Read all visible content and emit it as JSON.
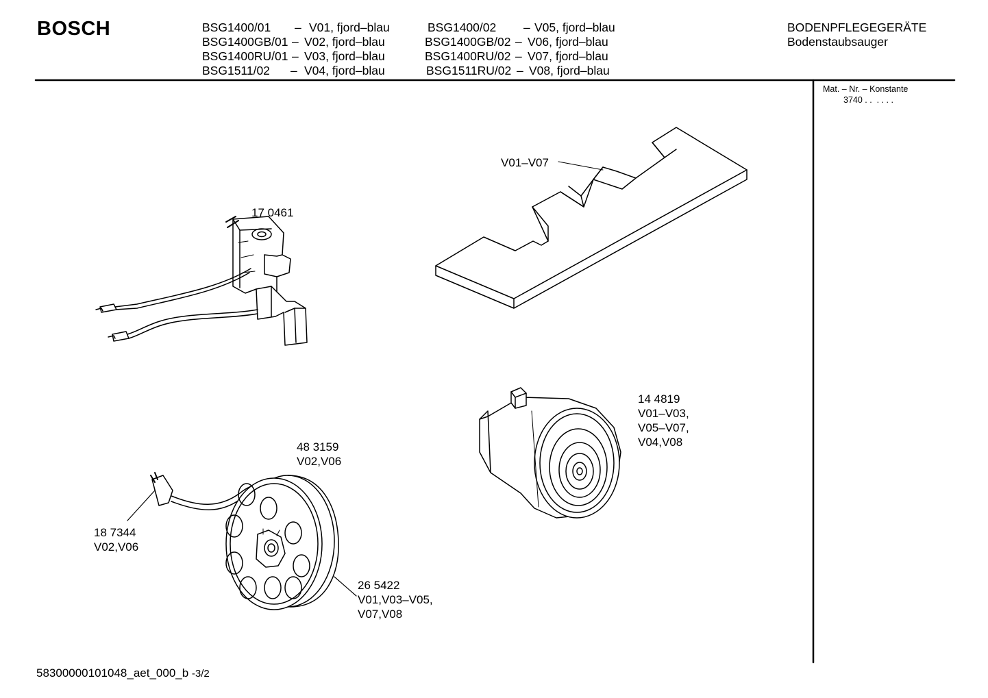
{
  "header": {
    "brand": "BOSCH",
    "models_left": [
      {
        "code": "BSG1400/01",
        "sep": "–",
        "variant": "V01, fjord–blau"
      },
      {
        "code": "BSG1400GB/01",
        "sep": "–",
        "variant": "V02, fjord–blau"
      },
      {
        "code": "BSG1400RU/01",
        "sep": "–",
        "variant": "V03, fjord–blau"
      },
      {
        "code": "BSG1511/02",
        "sep": "–",
        "variant": "V04, fjord–blau"
      }
    ],
    "models_right": [
      {
        "code": "BSG1400/02",
        "sep": "–",
        "variant": "V05, fjord–blau"
      },
      {
        "code": "BSG1400GB/02",
        "sep": "–",
        "variant": "V06, fjord–blau"
      },
      {
        "code": "BSG1400RU/02",
        "sep": "–",
        "variant": "V07, fjord–blau"
      },
      {
        "code": "BSG1511RU/02",
        "sep": "–",
        "variant": "V08, fjord–blau"
      }
    ],
    "category": "BODENPFLEGEGERÄTE",
    "subcategory": "Bodenstaubsauger"
  },
  "sidebar": {
    "mat_label": "Mat. – Nr. – Konstante",
    "mat_value": "3740 . .  . . . ."
  },
  "parts": {
    "filter_plate": {
      "variants": "V01–V07"
    },
    "switch": {
      "part_no": "17 0461"
    },
    "motor": {
      "part_no": "14 4819",
      "variants": [
        "V01–V03,",
        "V05–V07,",
        "V04,V08"
      ]
    },
    "cable_reel": {
      "part_no": "48 3159",
      "variants": [
        "V02,V06"
      ]
    },
    "plug": {
      "part_no": "18 7344",
      "variants": [
        "V02,V06"
      ]
    },
    "reel_bracket": {
      "part_no": "26 5422",
      "variants": [
        "V01,V03–V05,",
        "V07,V08"
      ]
    }
  },
  "footer": {
    "doc_id": "58300000101048_aet_000_b",
    "page": "-3/2"
  }
}
